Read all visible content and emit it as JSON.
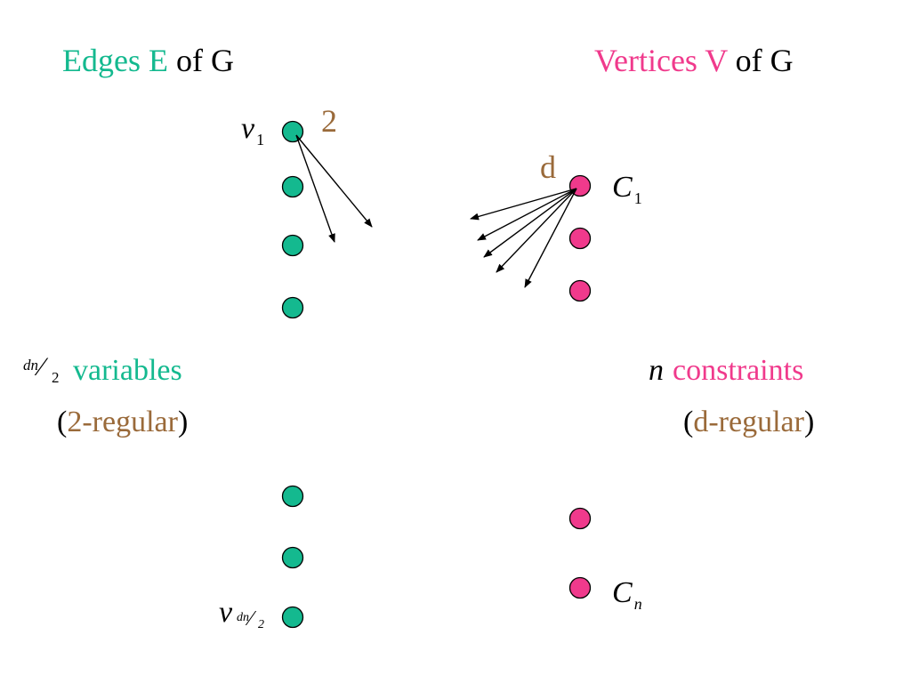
{
  "colors": {
    "edges": "#14b98f",
    "vertices": "#f03a8c",
    "degree": "#9a6a3a",
    "text": "#000000"
  },
  "titles": {
    "left_colored": "Edges E",
    "left_rest": "of G",
    "right_colored": "Vertices V",
    "right_rest": "of G"
  },
  "degrees": {
    "left": "2",
    "right": "d"
  },
  "node_labels": {
    "v_symbol": "v",
    "v1_sub": "1",
    "v_last_frac_num": "dn",
    "v_last_frac_den": "2",
    "c_symbol": "C",
    "c1_sub": "1",
    "cn_sub": "n"
  },
  "left_caption": {
    "frac_num": "dn",
    "frac_slash": "⁄",
    "frac_den": "2",
    "word": "variables",
    "paren_open": "(",
    "regular": "2-regular",
    "paren_close": ")"
  },
  "right_caption": {
    "n": "n",
    "word": "constraints",
    "paren_open": "(",
    "regular": "d-regular",
    "paren_close": ")"
  }
}
